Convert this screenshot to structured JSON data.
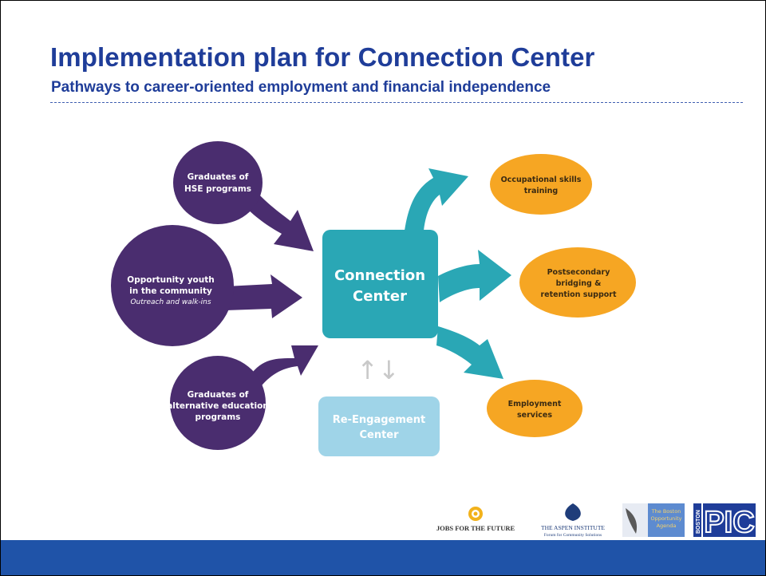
{
  "slide": {
    "title": "Implementation plan for Connection Center",
    "subtitle": "Pathways to career-oriented employment and financial independence"
  },
  "diagram": {
    "colors": {
      "title": "#1f3d99",
      "source": "#4a2d6f",
      "center": "#2aa7b5",
      "reengagement": "#9fd4e8",
      "outcome": "#f6a623",
      "footer": "#1f53a8"
    },
    "sources": [
      {
        "line1": "Graduates of",
        "line2": "HSE programs",
        "note": ""
      },
      {
        "line1": "Opportunity youth",
        "line2": "in the community",
        "note": "Outreach and walk-ins"
      },
      {
        "line1": "Graduates of",
        "line2": "alternative education",
        "line3": "programs"
      }
    ],
    "center": {
      "line1": "Connection",
      "line2": "Center"
    },
    "reengagement": {
      "line1": "Re-Engagement",
      "line2": "Center"
    },
    "exchange_symbol": "↑↓",
    "outcomes": [
      {
        "line1": "Occupational skills",
        "line2": "training"
      },
      {
        "line1": "Postsecondary",
        "line2": "bridging &",
        "line3": "retention support"
      },
      {
        "line1": "Employment",
        "line2": "services"
      }
    ]
  },
  "footer": {
    "logos": {
      "jff": "JOBS FOR THE FUTURE",
      "aspen_line1": "THE ASPEN INSTITUTE",
      "aspen_line2": "Forum for Community Solutions",
      "boston_line1": "The Boston",
      "boston_line2": "Opportunity",
      "boston_line3": "Agenda",
      "pic_vertical": "BOSTON",
      "pic": "PIC"
    }
  }
}
